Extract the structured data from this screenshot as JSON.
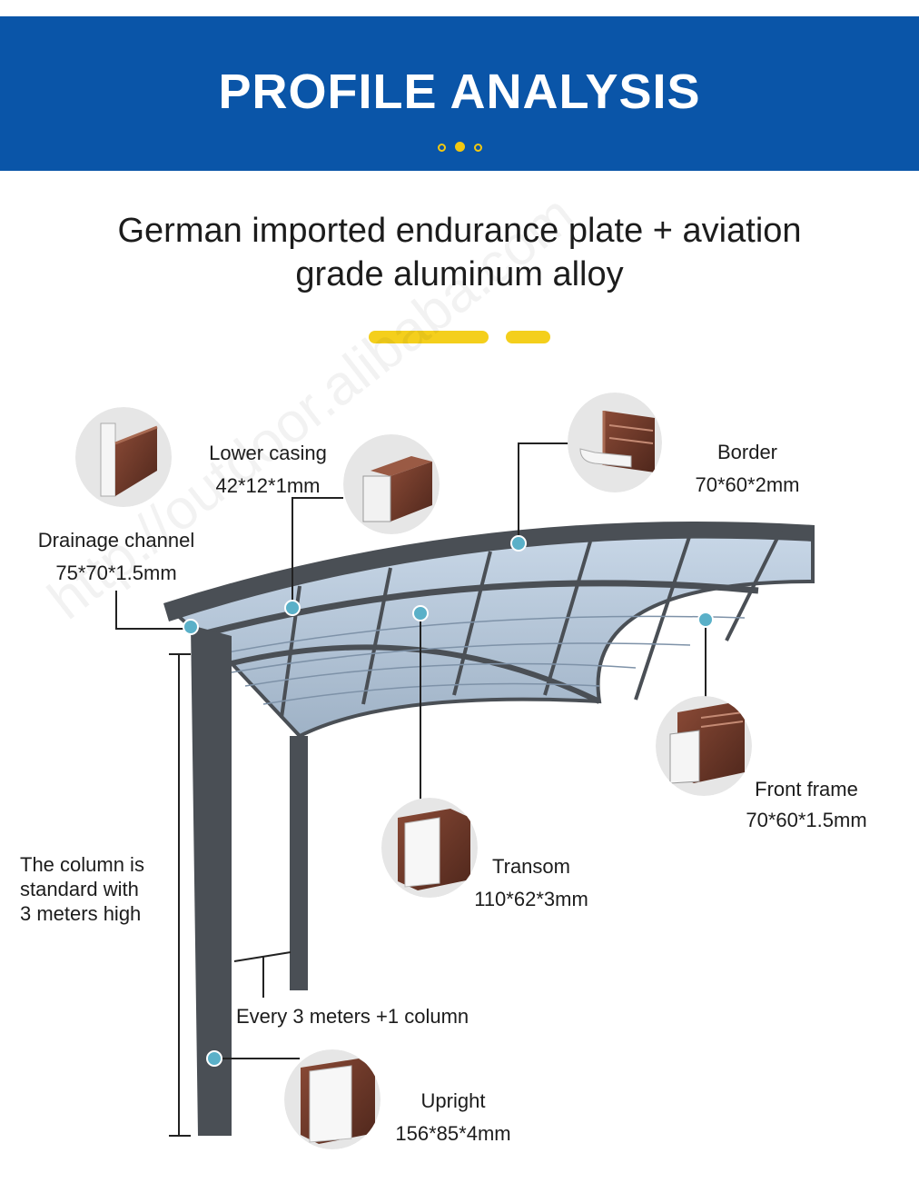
{
  "header": {
    "title": "PROFILE ANALYSIS",
    "subtitle_line1": "German imported endurance plate + aviation",
    "subtitle_line2": "grade aluminum alloy"
  },
  "watermark": "http://outdoor.alibaba.com",
  "colors": {
    "banner": "#0a55a8",
    "accent_yellow": "#f4cf1c",
    "frame": "#4a4f55",
    "marker": "#5ab0c8",
    "profile_brown": "#6d3a2c"
  },
  "parts": {
    "drainage_channel": {
      "name": "Drainage channel",
      "size": "75*70*1.5mm",
      "icon": "drainage-channel-profile-icon"
    },
    "lower_casing": {
      "name": "Lower casing",
      "size": "42*12*1mm",
      "icon": "lower-casing-profile-icon"
    },
    "border": {
      "name": "Border",
      "size": "70*60*2mm",
      "icon": "border-profile-icon"
    },
    "front_frame": {
      "name": "Front frame",
      "size": "70*60*1.5mm",
      "icon": "front-frame-profile-icon"
    },
    "transom": {
      "name": "Transom",
      "size": "110*62*3mm",
      "icon": "transom-profile-icon"
    },
    "upright": {
      "name": "Upright",
      "size": "156*85*4mm",
      "icon": "upright-profile-icon"
    }
  },
  "notes": {
    "column_line1": "The column is",
    "column_line2": "standard with",
    "column_line3": "3 meters high",
    "spacing": "Every 3 meters +1 column"
  }
}
